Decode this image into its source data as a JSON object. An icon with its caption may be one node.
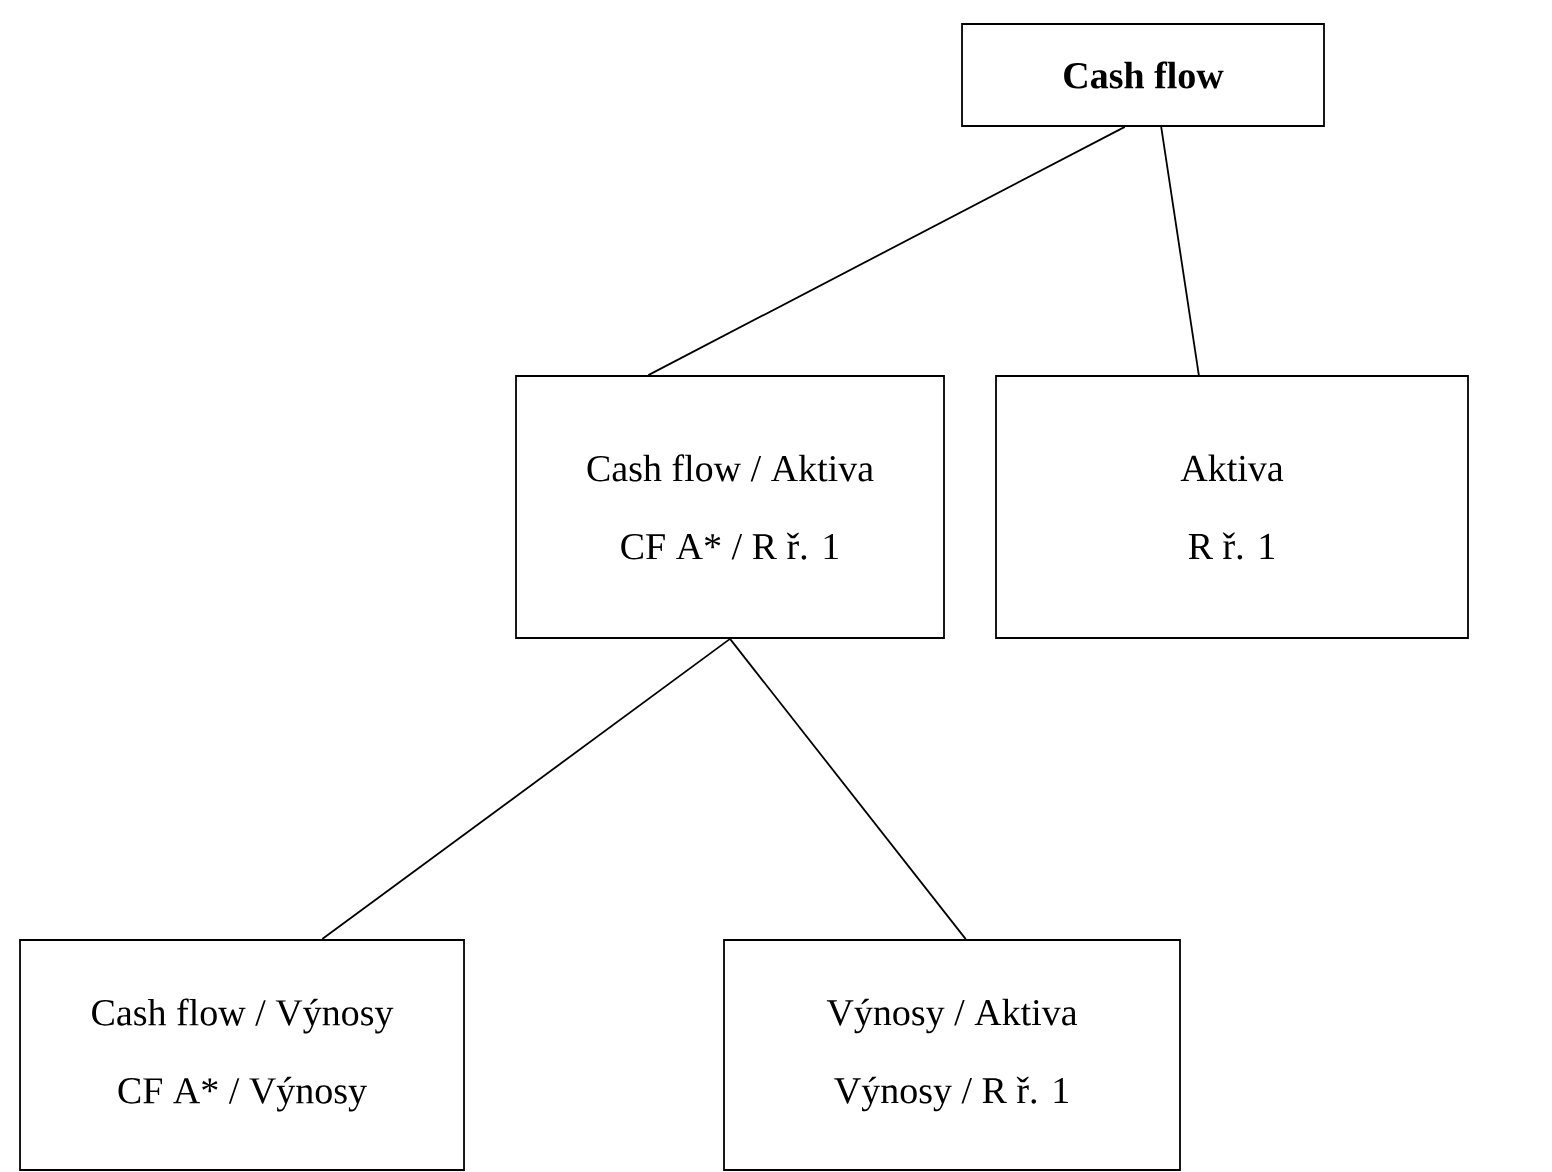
{
  "diagram": {
    "nodes": [
      {
        "text": [
          "Cash flow"
        ]
      },
      {
        "text": [
          "Cash flow / Aktiva",
          "CF A* / R ř. 1"
        ]
      },
      {
        "text": [
          "Aktiva",
          "R ř. 1"
        ]
      },
      {
        "text": [
          "Cash flow / Výnosy",
          "CF A* / Výnosy"
        ]
      },
      {
        "text": [
          "Výnosy / Aktiva",
          "Výnosy / R ř. 1"
        ]
      }
    ],
    "edges": [
      {
        "from": 0,
        "to": 1,
        "arrow": "none"
      },
      {
        "from": 0,
        "to": 2,
        "arrow": "none"
      },
      {
        "from": 1,
        "to": 3,
        "arrow": "none"
      },
      {
        "from": 1,
        "to": 4,
        "arrow": "none"
      }
    ]
  }
}
